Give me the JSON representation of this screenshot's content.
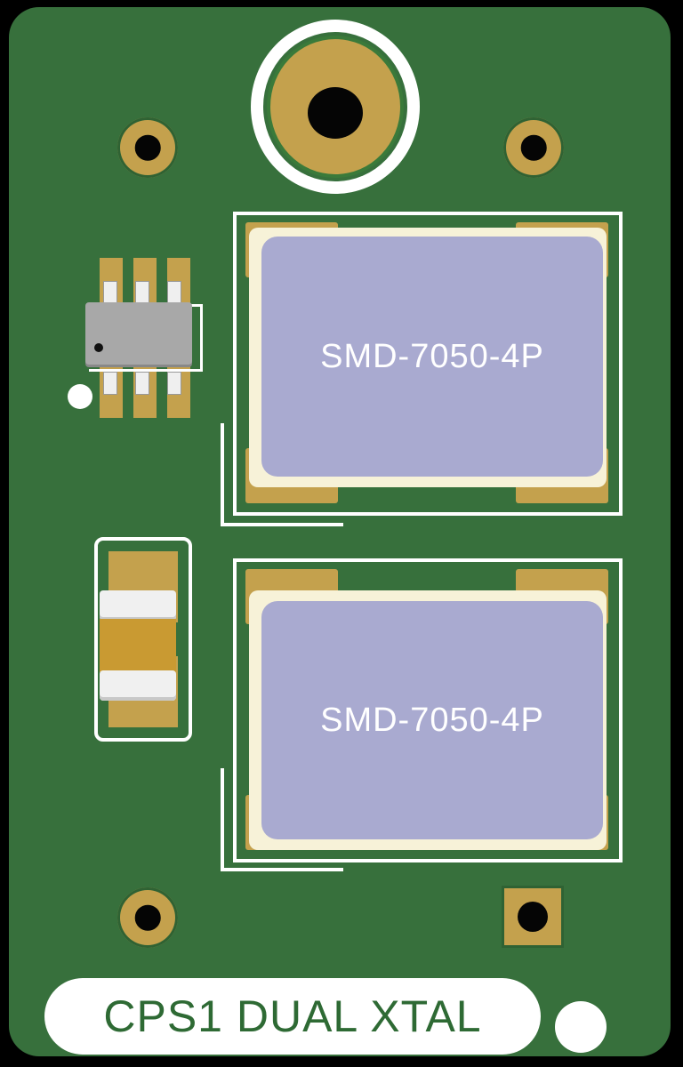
{
  "board": {
    "label": "CPS1 DUAL XTAL",
    "crystals": [
      {
        "label": "SMD-7050-4P"
      },
      {
        "label": "SMD-7050-4P"
      }
    ],
    "colors": {
      "board_green": "#37703c",
      "copper_gold": "#c4a14d",
      "silkscreen": "#ffffff",
      "crystal_face": "#a9aad0",
      "ic_body": "#a8a8a8",
      "capacitor_body": "#c99a32"
    }
  }
}
